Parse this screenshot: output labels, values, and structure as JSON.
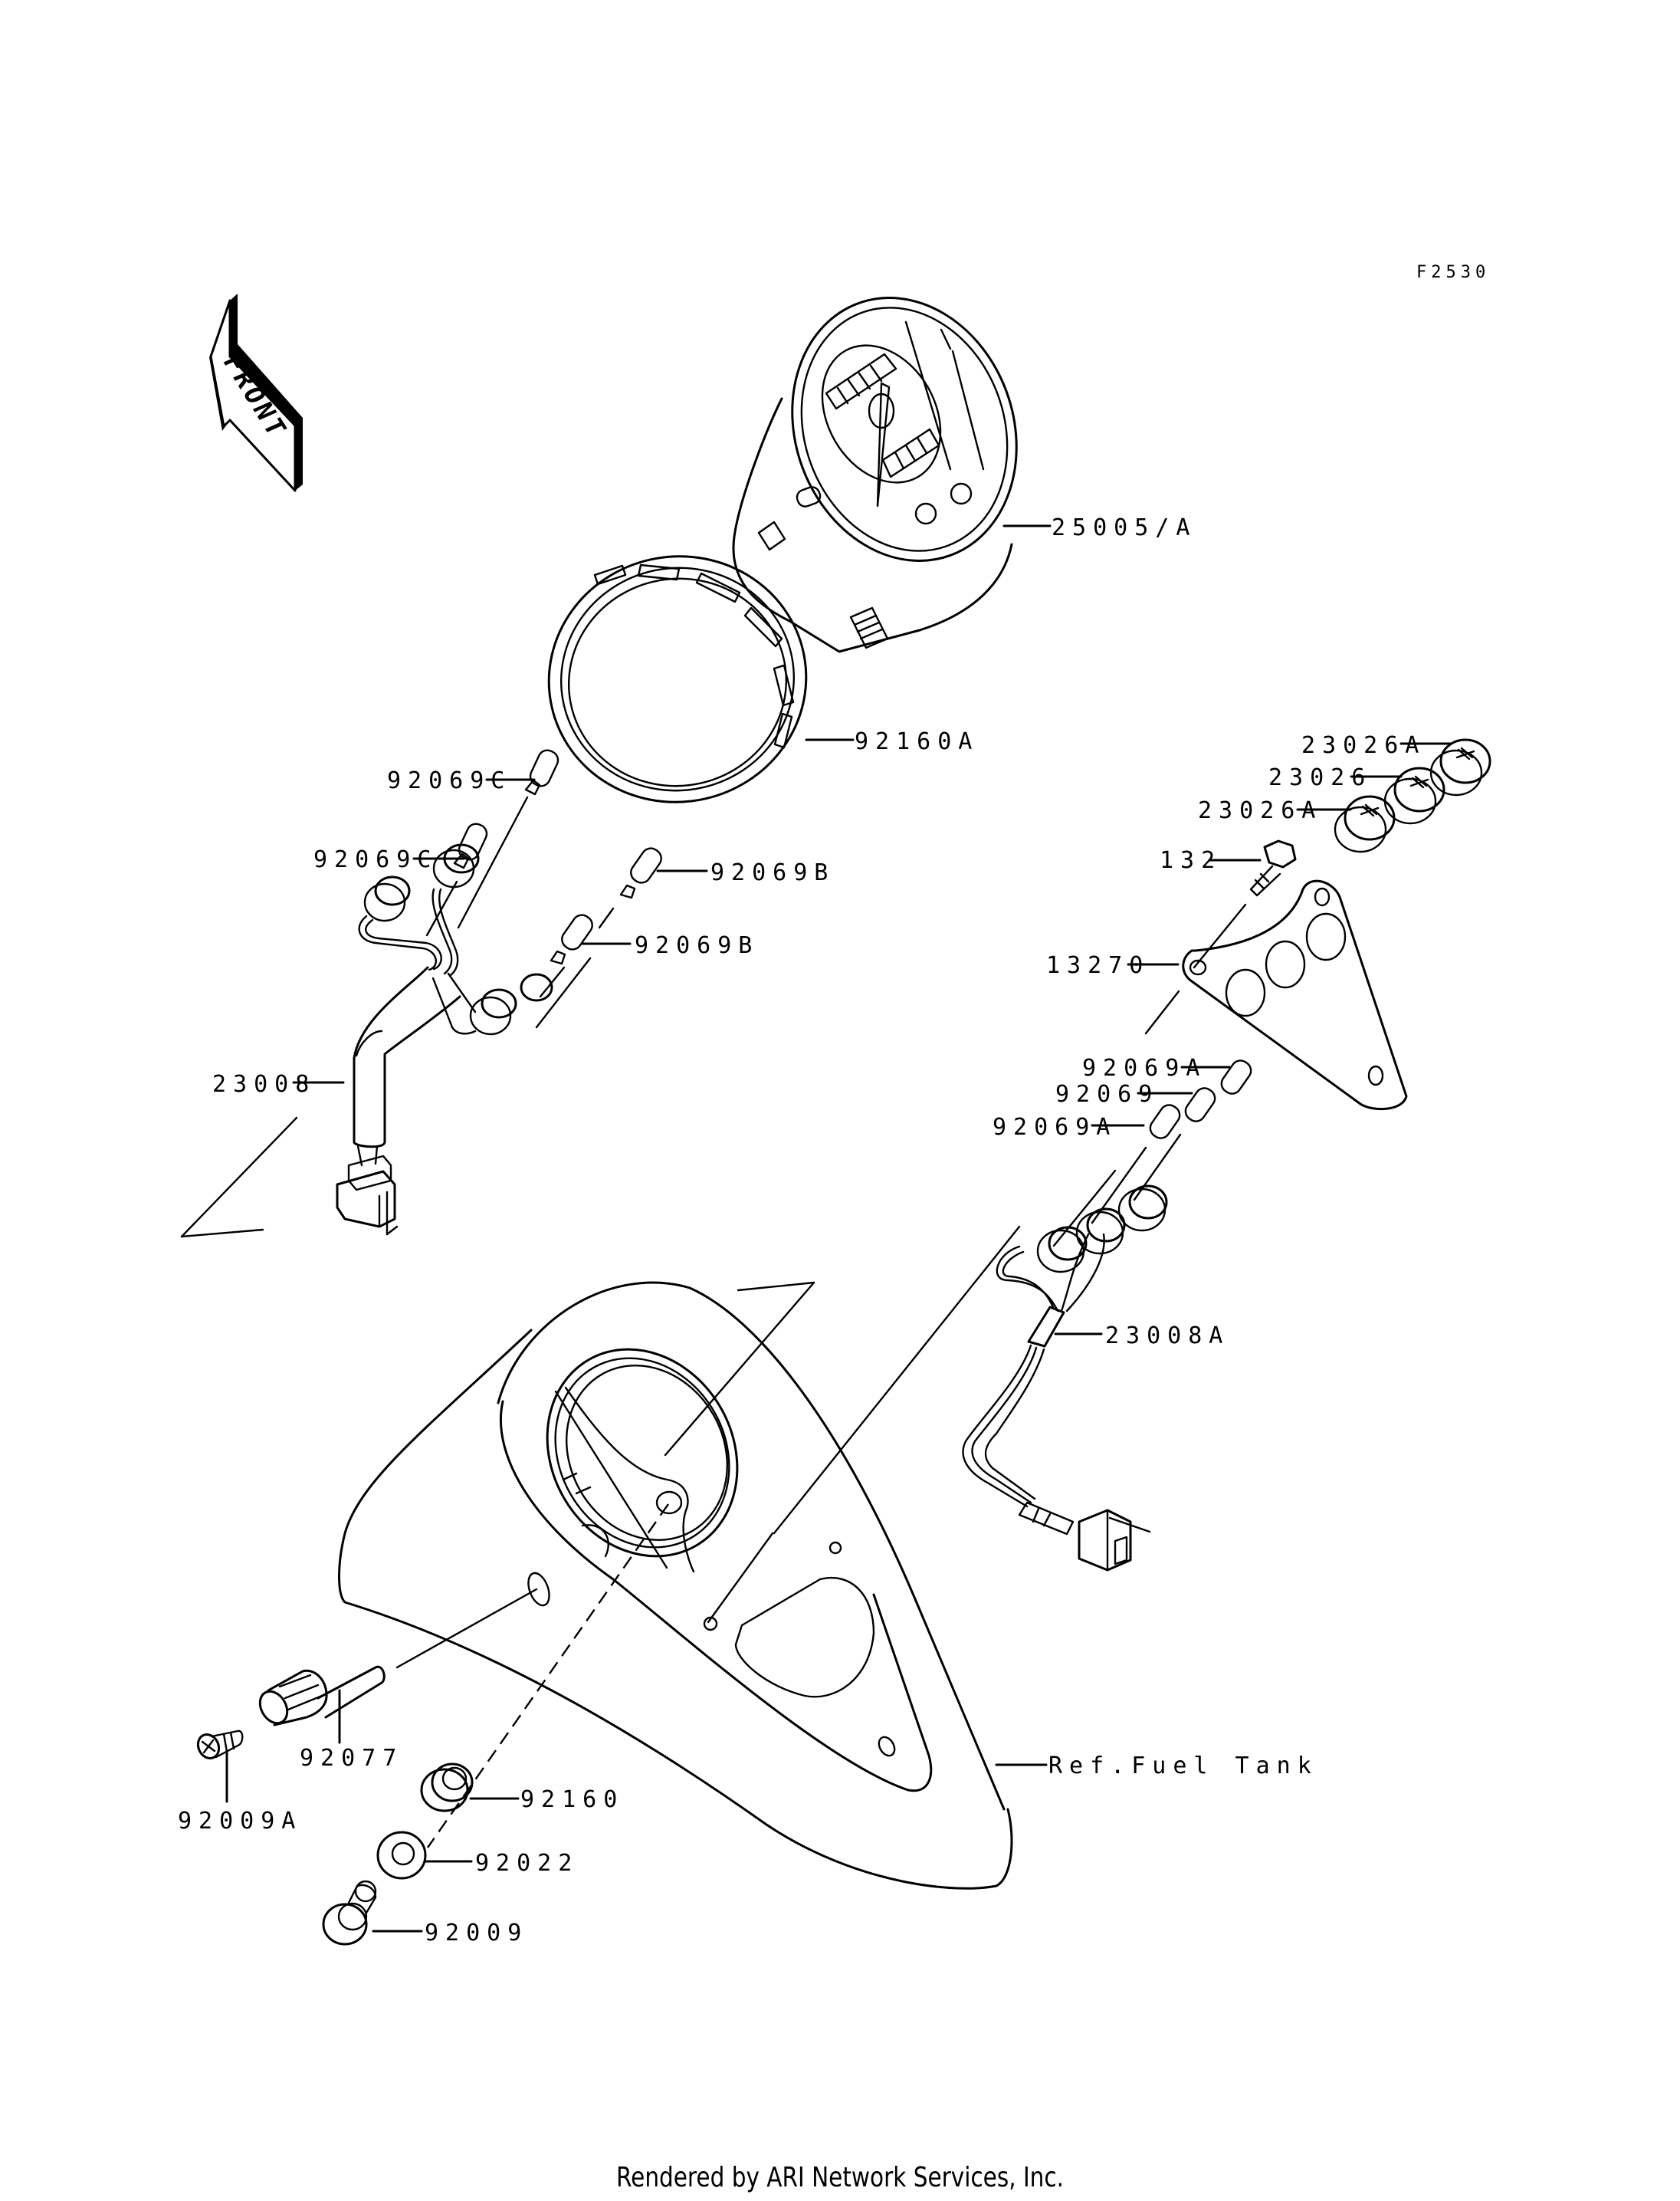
{
  "diagram": {
    "figure_code": "F2530",
    "direction_label": "FRONT",
    "footer": "Rendered by ARI Network Services, Inc.",
    "callouts": {
      "speedometer": "25005/A",
      "ring": "92160A",
      "bulb_c_upper": "92069C",
      "bulb_c_lower": "92069C",
      "bulb_b_upper": "92069B",
      "bulb_b_lower": "92069B",
      "harness_left": "23008",
      "cap_a_top": "23026A",
      "cap_middle": "23026",
      "cap_a_bottom": "23026A",
      "bolt": "132",
      "bracket": "13270",
      "bulb_a_upper": "92069A",
      "bulb_plain": "92069",
      "bulb_a_lower": "92069A",
      "harness_right": "23008A",
      "knob": "92077",
      "screw": "92009A",
      "grommet": "92160",
      "washer": "92022",
      "bolt_lower": "92009",
      "fuel_tank_ref": "Ref.Fuel Tank"
    }
  }
}
